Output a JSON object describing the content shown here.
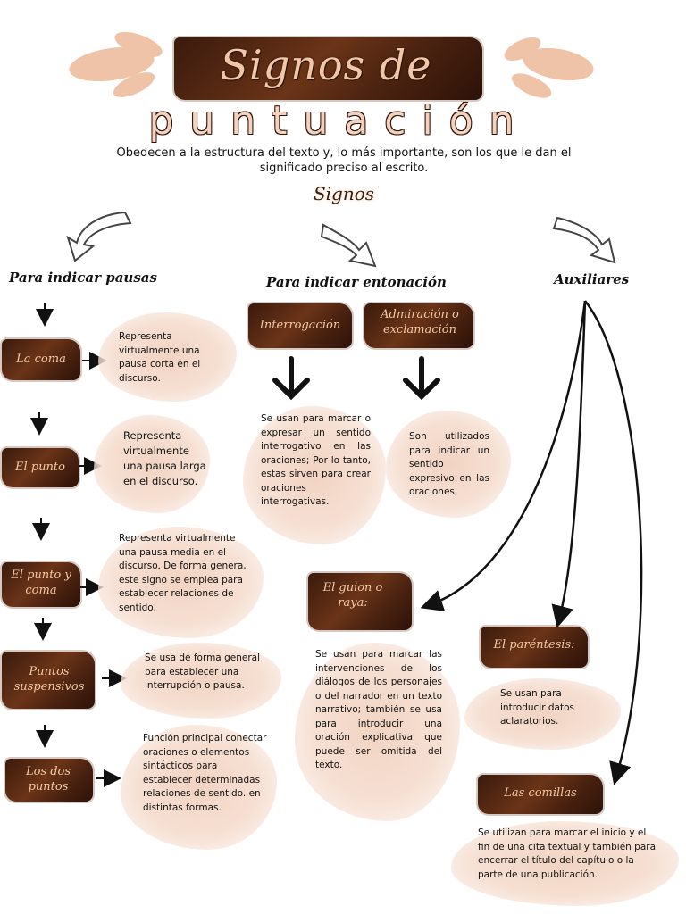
{
  "title": {
    "line1": "Signos de",
    "line2": "puntuación"
  },
  "subtitle": "Obedecen a la estructura del texto y, lo más importante, son los que le dan el significado preciso al escrito.",
  "section_label": "Signos",
  "categories": {
    "pausa": "Para indicar pausas",
    "entonacion": "Para indicar entonación",
    "auxiliares": "Auxiliares"
  },
  "pausa_signs": [
    {
      "name": "La coma",
      "desc": "Representa virtualmente una pausa corta en el discurso."
    },
    {
      "name": "El punto",
      "desc": "Representa virtualmente una pausa larga en el discurso."
    },
    {
      "name": "El punto y coma",
      "desc": "Representa virtualmente una pausa media en el discurso. De forma genera, este signo se emplea para establecer relaciones de sentido."
    },
    {
      "name": "Puntos suspensivos",
      "desc": "Se usa de forma general para establecer una interrupción o pausa."
    },
    {
      "name": "Los dos puntos",
      "desc": "Función principal conectar oraciones o elementos sintácticos para establecer determinadas relaciones de sentido. en distintas formas."
    }
  ],
  "entonacion_signs": [
    {
      "name": "Interrogación",
      "desc": "Se usan para marcar o expresar un sentido interrogativo en las oraciones; Por lo tanto, estas sirven para crear oraciones interrogativas."
    },
    {
      "name": "Admiración o exclamación",
      "desc": "Son utilizados para indicar un sentido expresivo en las oraciones."
    }
  ],
  "auxiliares_signs": [
    {
      "name": "El guion o raya:",
      "desc": "Se usan para marcar las intervenciones de los diálogos de los personajes o del narrador en un texto narrativo; también se usa para introducir una oración explicativa que puede ser omitida del texto."
    },
    {
      "name": "El paréntesis:",
      "desc": "Se usan para introducir datos aclaratorios."
    },
    {
      "name": "Las comillas",
      "desc": "Se utilizan para marcar el inicio y el fin de una cita textual y también para encerrar el título del capítulo o la parte de una publicación."
    }
  ],
  "colors": {
    "brush_dark": "#3a1a0c",
    "brush_mid": "#6b3418",
    "peach": "#f1d3c2",
    "label": "#f3c9a3"
  }
}
